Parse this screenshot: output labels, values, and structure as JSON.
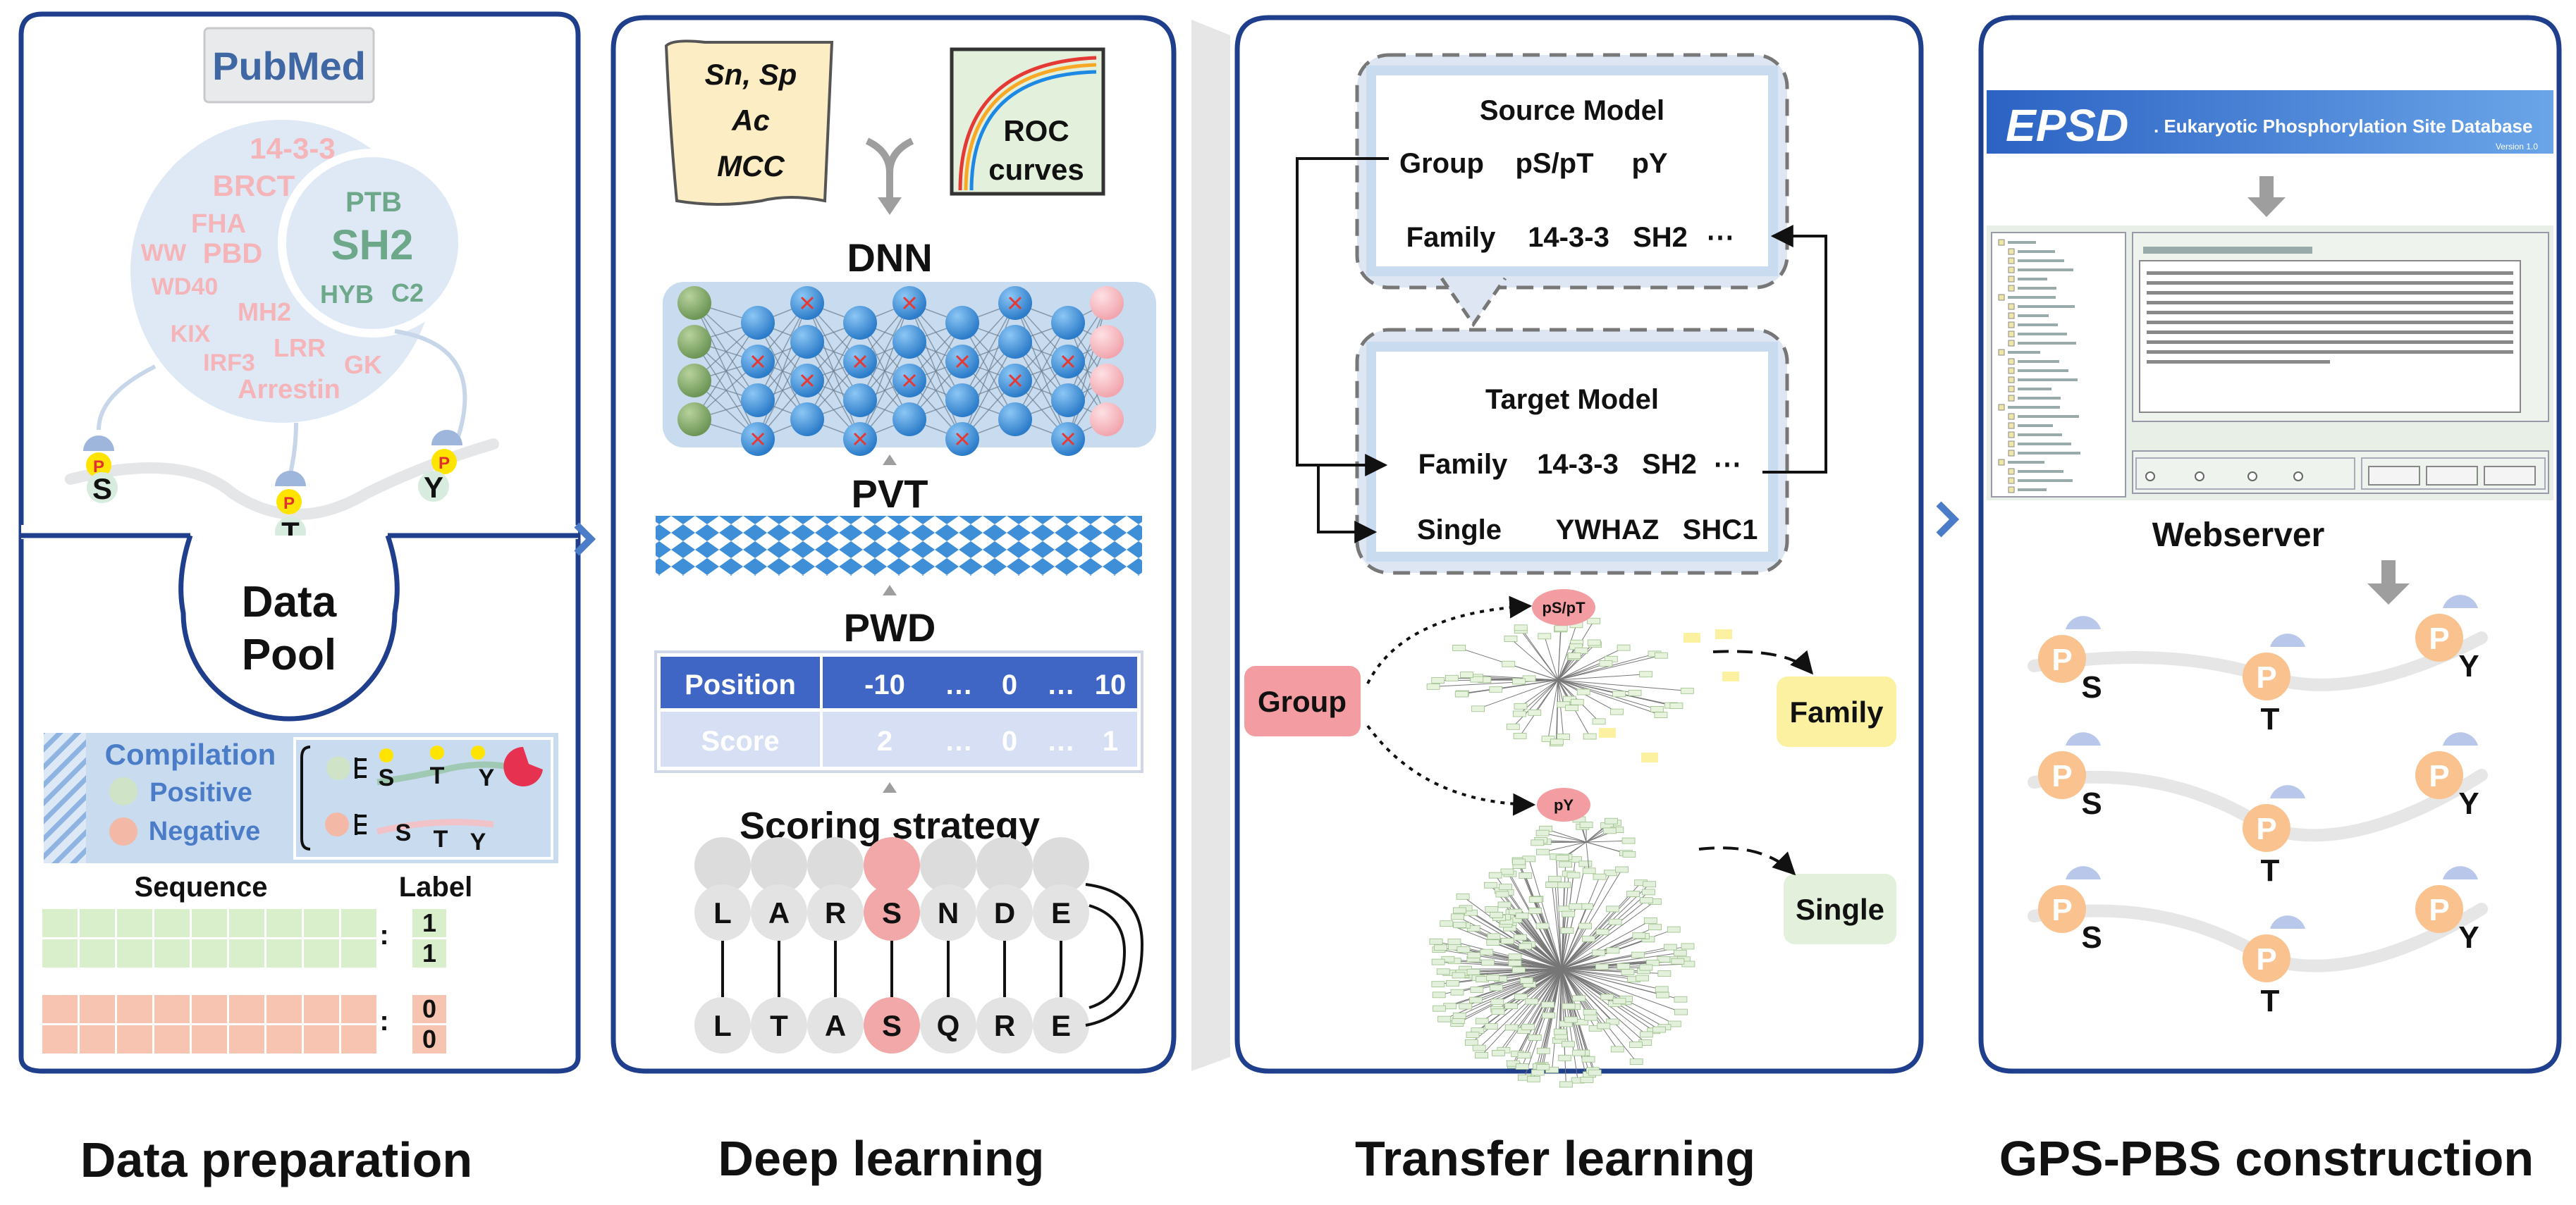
{
  "panels": {
    "data_prep": {
      "caption": "Data preparation",
      "pubmed": "PubMed",
      "domains_pink": [
        "14-3-3",
        "BRCT",
        "FHA",
        "WW",
        "PBD",
        "WD40",
        "MH2",
        "KIX",
        "LRR",
        "IRF3",
        "GK",
        "Arrestin"
      ],
      "domains_green": [
        "PTB",
        "SH2",
        "HYB",
        "C2"
      ],
      "residues": [
        "S",
        "T",
        "Y"
      ],
      "phospho_mark": "P",
      "data_pool": [
        "Data",
        "Pool"
      ],
      "compilation": {
        "title": "Compilation",
        "positive": "Positive",
        "negative": "Negative"
      },
      "mini_residues": [
        "S",
        "T",
        "Y"
      ],
      "sequence_label": "Sequence",
      "label_header": "Label",
      "labels_pos": [
        "1",
        "1"
      ],
      "labels_neg": [
        "0",
        "0"
      ],
      "colon": ":"
    },
    "deep_learning": {
      "caption": "Deep learning",
      "metrics": [
        "Sn, Sp",
        "Ac",
        "MCC"
      ],
      "roc": [
        "ROC",
        "curves"
      ],
      "dnn": "DNN",
      "pvt": "PVT",
      "pwd": "PWD",
      "pwd_table": {
        "row1": [
          "Position",
          "-10",
          "…",
          "0",
          "…",
          "10"
        ],
        "row2": [
          "Score",
          "2",
          "…",
          "0",
          "…",
          "1"
        ]
      },
      "scoring": "Scoring strategy",
      "seq_top": [
        "L",
        "A",
        "R",
        "S",
        "N",
        "D",
        "E"
      ],
      "seq_bottom": [
        "L",
        "T",
        "A",
        "S",
        "Q",
        "R",
        "E"
      ]
    },
    "transfer": {
      "caption": "Transfer learning",
      "source_title": "Source Model",
      "source_row1": [
        "Group",
        "pS/pT",
        "pY"
      ],
      "source_row2": [
        "Family",
        "14-3-3",
        "SH2",
        "⋯"
      ],
      "target_title": "Target Model",
      "target_row1": [
        "Family",
        "14-3-3",
        "SH2",
        "⋯"
      ],
      "target_row2": [
        "Single",
        "YWHAZ",
        "SHC1"
      ],
      "group": "Group",
      "family": "Family",
      "single": "Single",
      "node_pspt": "pS/pT",
      "node_py": "pY"
    },
    "gps": {
      "caption": "GPS-PBS construction",
      "epsd_logo": "EPSD",
      "epsd_title": ". Eukaryotic Phosphorylation Site Database",
      "epsd_version": "Version 1.0",
      "webserver": "Webserver",
      "residues": [
        "S",
        "T",
        "Y"
      ],
      "phospho_mark": "P"
    }
  },
  "colors": {
    "frame": "#1f3f8c",
    "pink_text": "#f4b4b8",
    "green_text": "#6ea88a",
    "light_blue": "#c9dcef",
    "pwd_header": "#3f66c4",
    "node_blue": "#3d8fd8",
    "node_green": "#7fa26a",
    "node_pink": "#f6b8bf",
    "orange": "#f9c28f",
    "salmon": "#f2a8a0",
    "family_yellow": "#fbf1a0",
    "single_green": "#e3f0dc",
    "group_red": "#f39ca1"
  }
}
